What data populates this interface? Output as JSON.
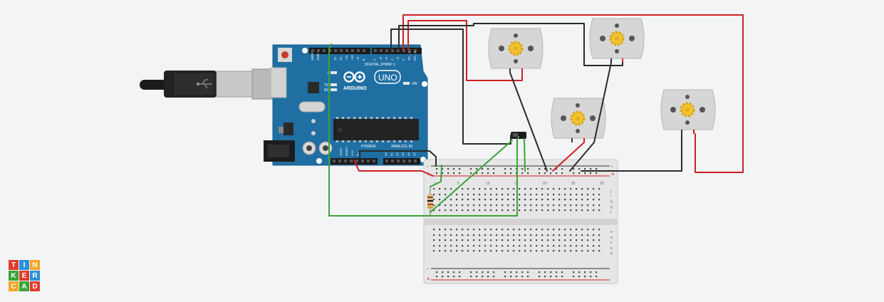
{
  "board": {
    "brand": "ARDUINO",
    "model": "UNO",
    "digital_label": "DIGITAL (PWM~)",
    "power_label": "POWER",
    "analog_label": "ANALOG IN",
    "aref": "AREF",
    "gnd": "GND",
    "on_label": "ON",
    "tx_label": "TX",
    "rx_label": "RX",
    "l_label": "L",
    "ioref": "IOREF",
    "reset": "RESET",
    "v33": "3.3V",
    "v5": "5V",
    "pin_13": "13",
    "pin_12": "12",
    "pin_11": "~11",
    "pin_10": "~10",
    "pin_9": "~9",
    "pin_8": "8",
    "pin_7": "7",
    "pin_6": "~6",
    "pin_5": "~5",
    "pin_4": "4",
    "pin_3": "~3",
    "pin_2": "2",
    "pin_tx": "TX→1",
    "pin_rx": "RX←0",
    "a0": "A0",
    "a1": "A1",
    "a2": "A2",
    "a3": "A3",
    "a4": "A4",
    "a5": "A5"
  },
  "breadboard": {
    "minus": "-",
    "plus": "+",
    "columns": [
      "1",
      "5",
      "10",
      "15",
      "20",
      "25",
      "30"
    ],
    "rows_top": [
      "j",
      "i",
      "h",
      "g",
      "f"
    ],
    "rows_bottom": [
      "e",
      "d",
      "c",
      "b",
      "a"
    ]
  },
  "logo": {
    "letters": [
      "T",
      "I",
      "N",
      "K",
      "E",
      "R",
      "C",
      "A",
      "D"
    ]
  },
  "colors": {
    "board": "#1f6fa3",
    "wire_red": "#d02020",
    "wire_black": "#2a2a2a",
    "wire_green": "#3aa43a",
    "motor_gear": "#f2c230",
    "logo": [
      "#e23b2e",
      "#2a91d6",
      "#f5a623",
      "#3aa43a",
      "#e23b2e",
      "#2a91d6",
      "#f5a623",
      "#3aa43a",
      "#e23b2e"
    ]
  }
}
